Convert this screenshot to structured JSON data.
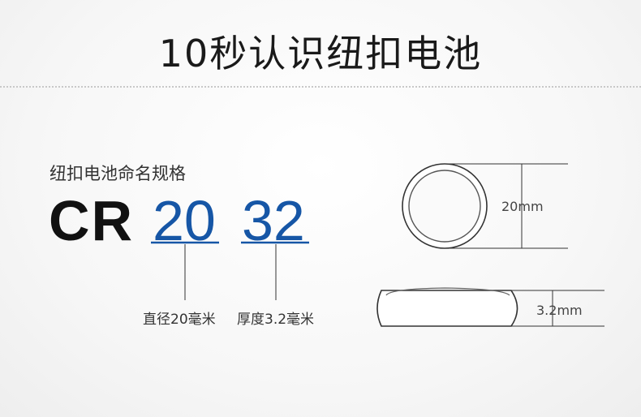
{
  "title": "10秒认识纽扣电池",
  "subtitle": "纽扣电池命名规格",
  "code": {
    "prefix": "CR",
    "diameter_code": "20",
    "thickness_code": "32"
  },
  "labels": {
    "diameter": "直径20毫米",
    "thickness": "厚度3.2毫米"
  },
  "dimensions": {
    "diameter": "20mm",
    "thickness": "3.2mm"
  },
  "colors": {
    "accent": "#1656a6",
    "text": "#111111"
  }
}
